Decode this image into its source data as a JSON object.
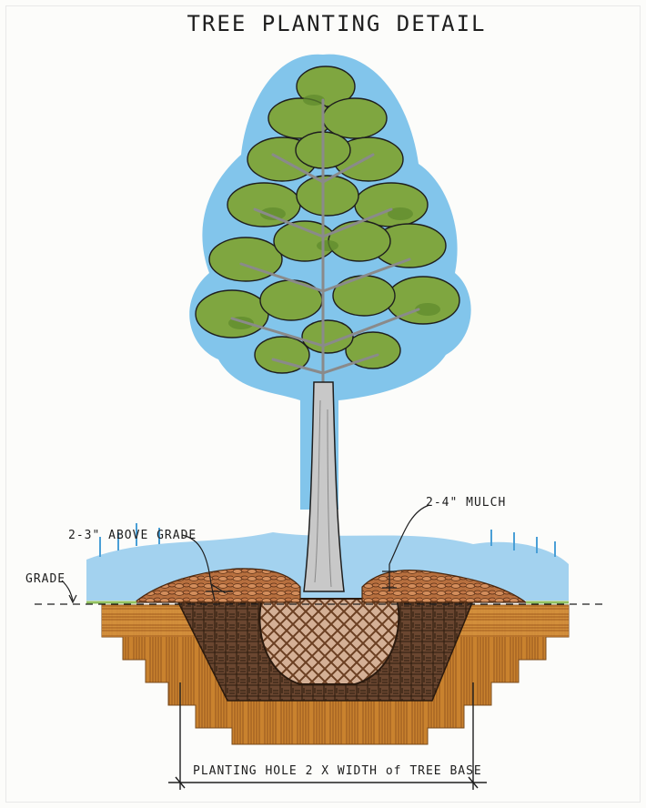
{
  "title": "TREE PLANTING DETAIL",
  "labels": {
    "above_grade": "2-3\" ABOVE GRADE",
    "mulch": "2-4\" MULCH",
    "grade": "GRADE",
    "planting_hole": "PLANTING HOLE 2 X WIDTH of TREE BASE"
  },
  "colors": {
    "canopy": "#7fa640",
    "canopy_dark": "#5e8a2c",
    "sky_wash": "#5fb5e6",
    "trunk": "#c8c8c8",
    "soil_light": "#d4903c",
    "soil_dark": "#5a3a22",
    "rootball": "#c9a184",
    "mulch": "#c47a4a",
    "grass": "#90c060"
  },
  "icons": {
    "tree": "tree-icon",
    "rootball": "rootball-icon",
    "mulch": "mulch-icon",
    "dimension_arrow": "dimension-arrow-icon"
  }
}
